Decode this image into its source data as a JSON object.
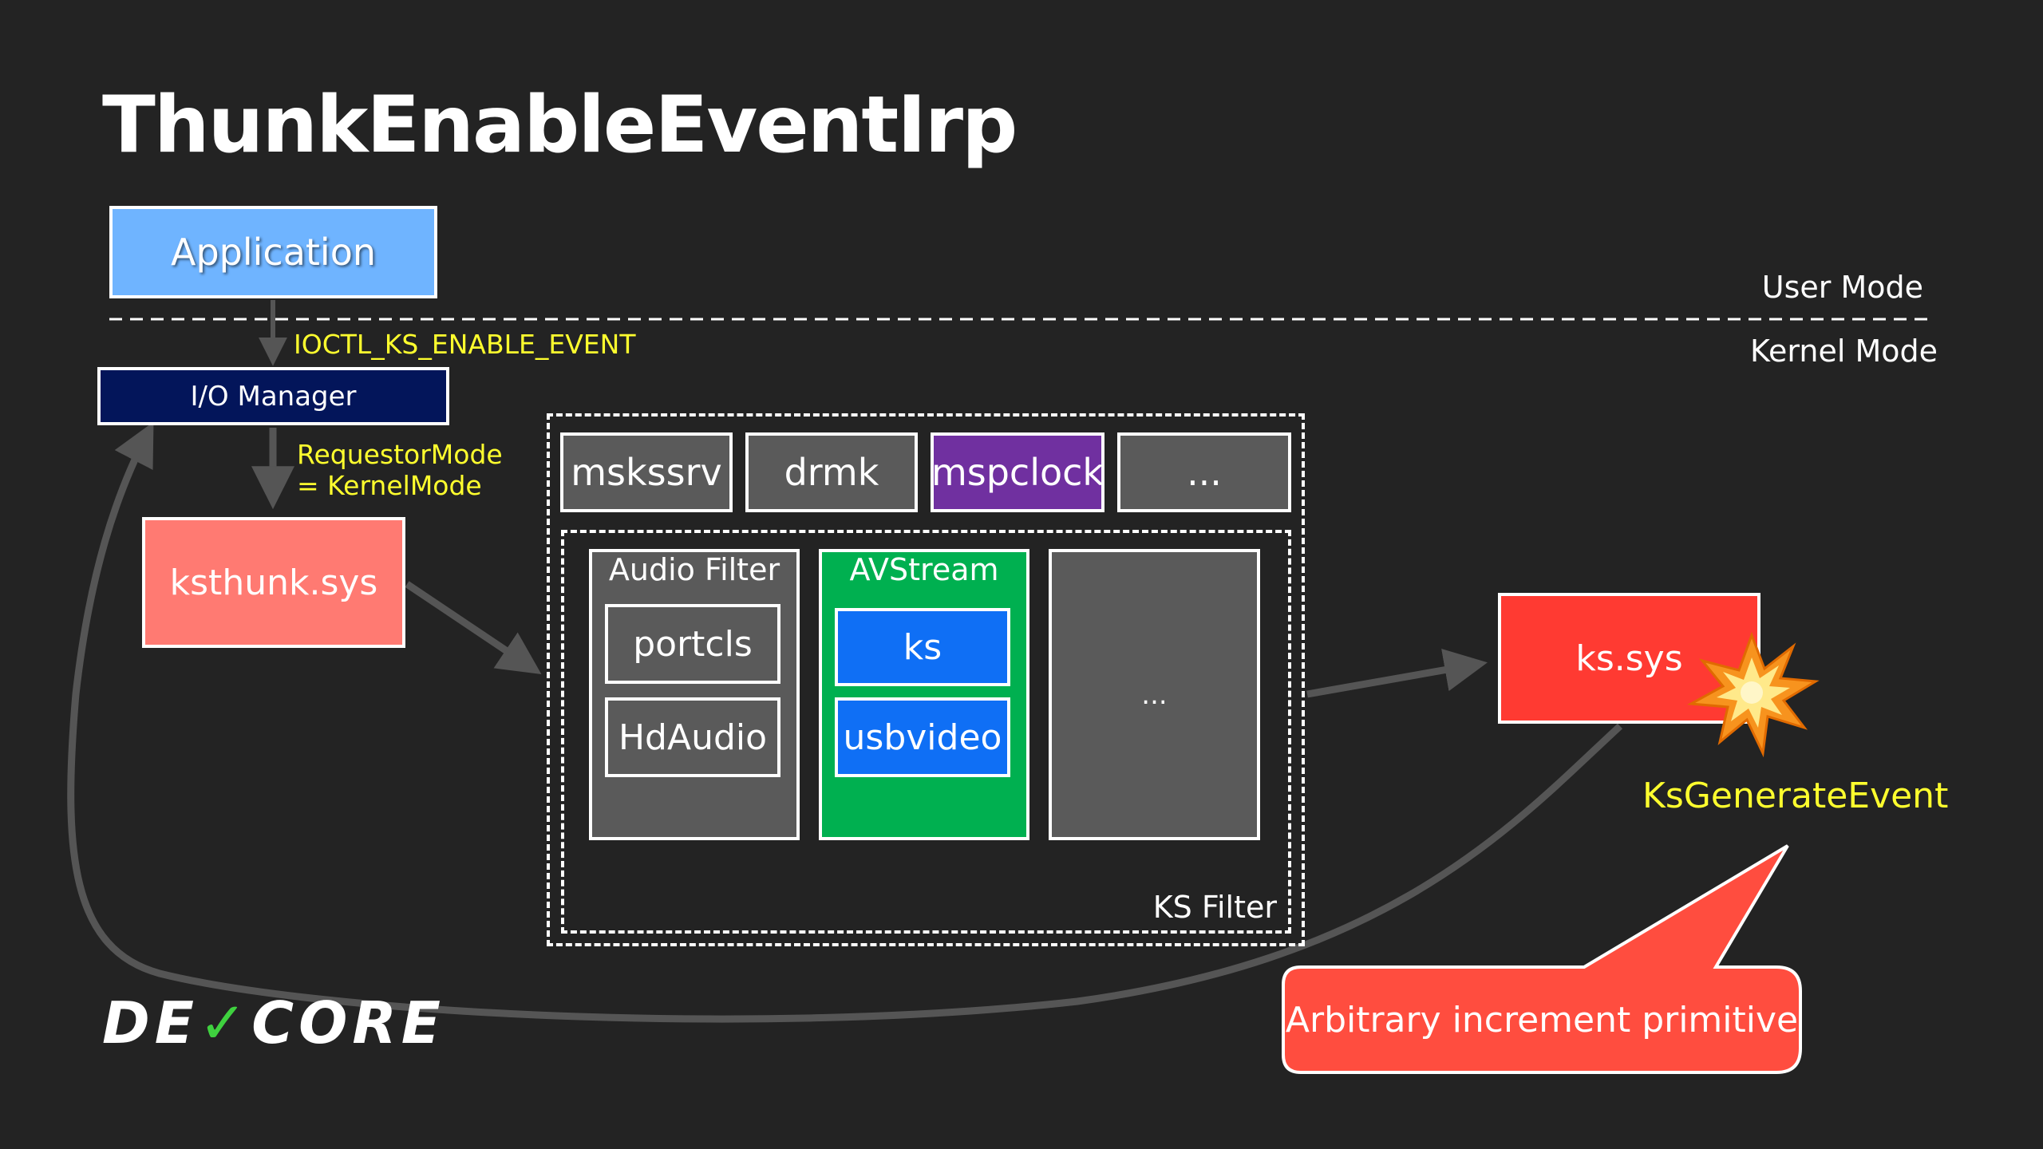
{
  "title": "ThunkEnableEventIrp",
  "modes": {
    "user": "User Mode",
    "kernel": "Kernel Mode"
  },
  "nodes": {
    "application": "Application",
    "io_manager": "I/O Manager",
    "ksthunk": "ksthunk.sys",
    "kssys": "ks.sys"
  },
  "edge_labels": {
    "ioctl": "IOCTL_KS_ENABLE_EVENT",
    "requestor_line1": "RequestorMode",
    "requestor_line2": "= KernelMode"
  },
  "modules": [
    "mskssrv",
    "drmk",
    "mspclock",
    "..."
  ],
  "ks_filter": {
    "label": "KS Filter",
    "audio_filter": {
      "title": "Audio Filter",
      "items": [
        "portcls",
        "HdAudio"
      ]
    },
    "avstream": {
      "title": "AVStream",
      "items": [
        "ks",
        "usbvideo"
      ]
    },
    "other": "..."
  },
  "ks_generate_event": "KsGenerateEvent",
  "callout": "Arbitrary increment primitive",
  "logo": {
    "prefix": "DE",
    "check": "✓",
    "suffix": "CORE"
  },
  "icons": {
    "explosion": "explosion-icon"
  },
  "colors": {
    "background": "#232323",
    "application": "#6fb4ff",
    "io_manager": "#03155a",
    "ksthunk": "#ff7a72",
    "kssys": "#ff3a32",
    "mspclock": "#7030a0",
    "avstream": "#00b050",
    "avstream_items": "#0f6ff5",
    "annotation_text": "#ffff2e",
    "arrow": "#555555"
  }
}
